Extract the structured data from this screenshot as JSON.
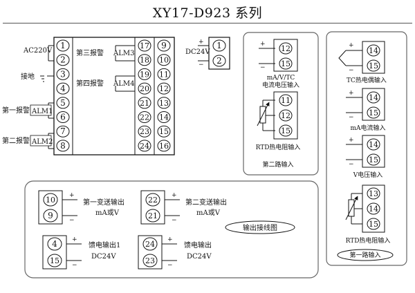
{
  "title": "XY17-D923 系列",
  "power": {
    "ac_label": "AC220V",
    "ground_label": "接地",
    "dc_label": "DC24V"
  },
  "alarms": {
    "alm1_name": "第一报警",
    "alm1_tag": "ALM1",
    "alm2_name": "第二报警",
    "alm2_tag": "ALM2",
    "alm3_name": "第三报警",
    "alm3_tag": "ALM3",
    "alm4_name": "第四报警",
    "alm4_tag": "ALM4"
  },
  "left_terminals": [
    "1",
    "2",
    "3",
    "4",
    "5",
    "6",
    "7",
    "8"
  ],
  "mid_terminals": [
    "17",
    "18",
    "19",
    "20",
    "21",
    "22",
    "23",
    "24"
  ],
  "right_terminals": [
    "9",
    "10",
    "11",
    "12",
    "13",
    "14",
    "15",
    "16"
  ],
  "dc_terminals": [
    "1",
    "2"
  ],
  "second_input": {
    "title": "第二路输入",
    "mav_label1": "mA/V/TC",
    "mav_label2": "电流电压输入",
    "mav_terms": [
      "12",
      "15"
    ],
    "rtd_label": "RTD热电阻输入",
    "rtd_terms": [
      "11",
      "12",
      "15"
    ]
  },
  "first_input": {
    "title": "第一路输入",
    "tc_label": "TC热电偶输入",
    "tc_terms": [
      "14",
      "15"
    ],
    "ma_label": "mA电流输入",
    "ma_terms": [
      "14",
      "15"
    ],
    "v_label": "V电压输入",
    "v_terms": [
      "14",
      "15"
    ],
    "rtd_label": "RTD热电阻输入",
    "rtd_terms": [
      "13",
      "14",
      "15"
    ]
  },
  "output": {
    "title": "输出接线图",
    "tx1_label": "第一变送输出",
    "tx1_sub": "mA或V",
    "tx1_terms": [
      "10",
      "9"
    ],
    "tx2_label": "第二变送输出",
    "tx2_sub": "mA或V",
    "tx2_terms": [
      "22",
      "21"
    ],
    "feed1_label": "馈电输出1",
    "feed1_sub": "DC24V",
    "feed1_terms": [
      "4",
      "15"
    ],
    "feed2_label": "馈电输出",
    "feed2_sub": "DC24V",
    "feed2_terms": [
      "24",
      "23"
    ]
  },
  "signs": {
    "plus": "+",
    "minus": "−"
  }
}
